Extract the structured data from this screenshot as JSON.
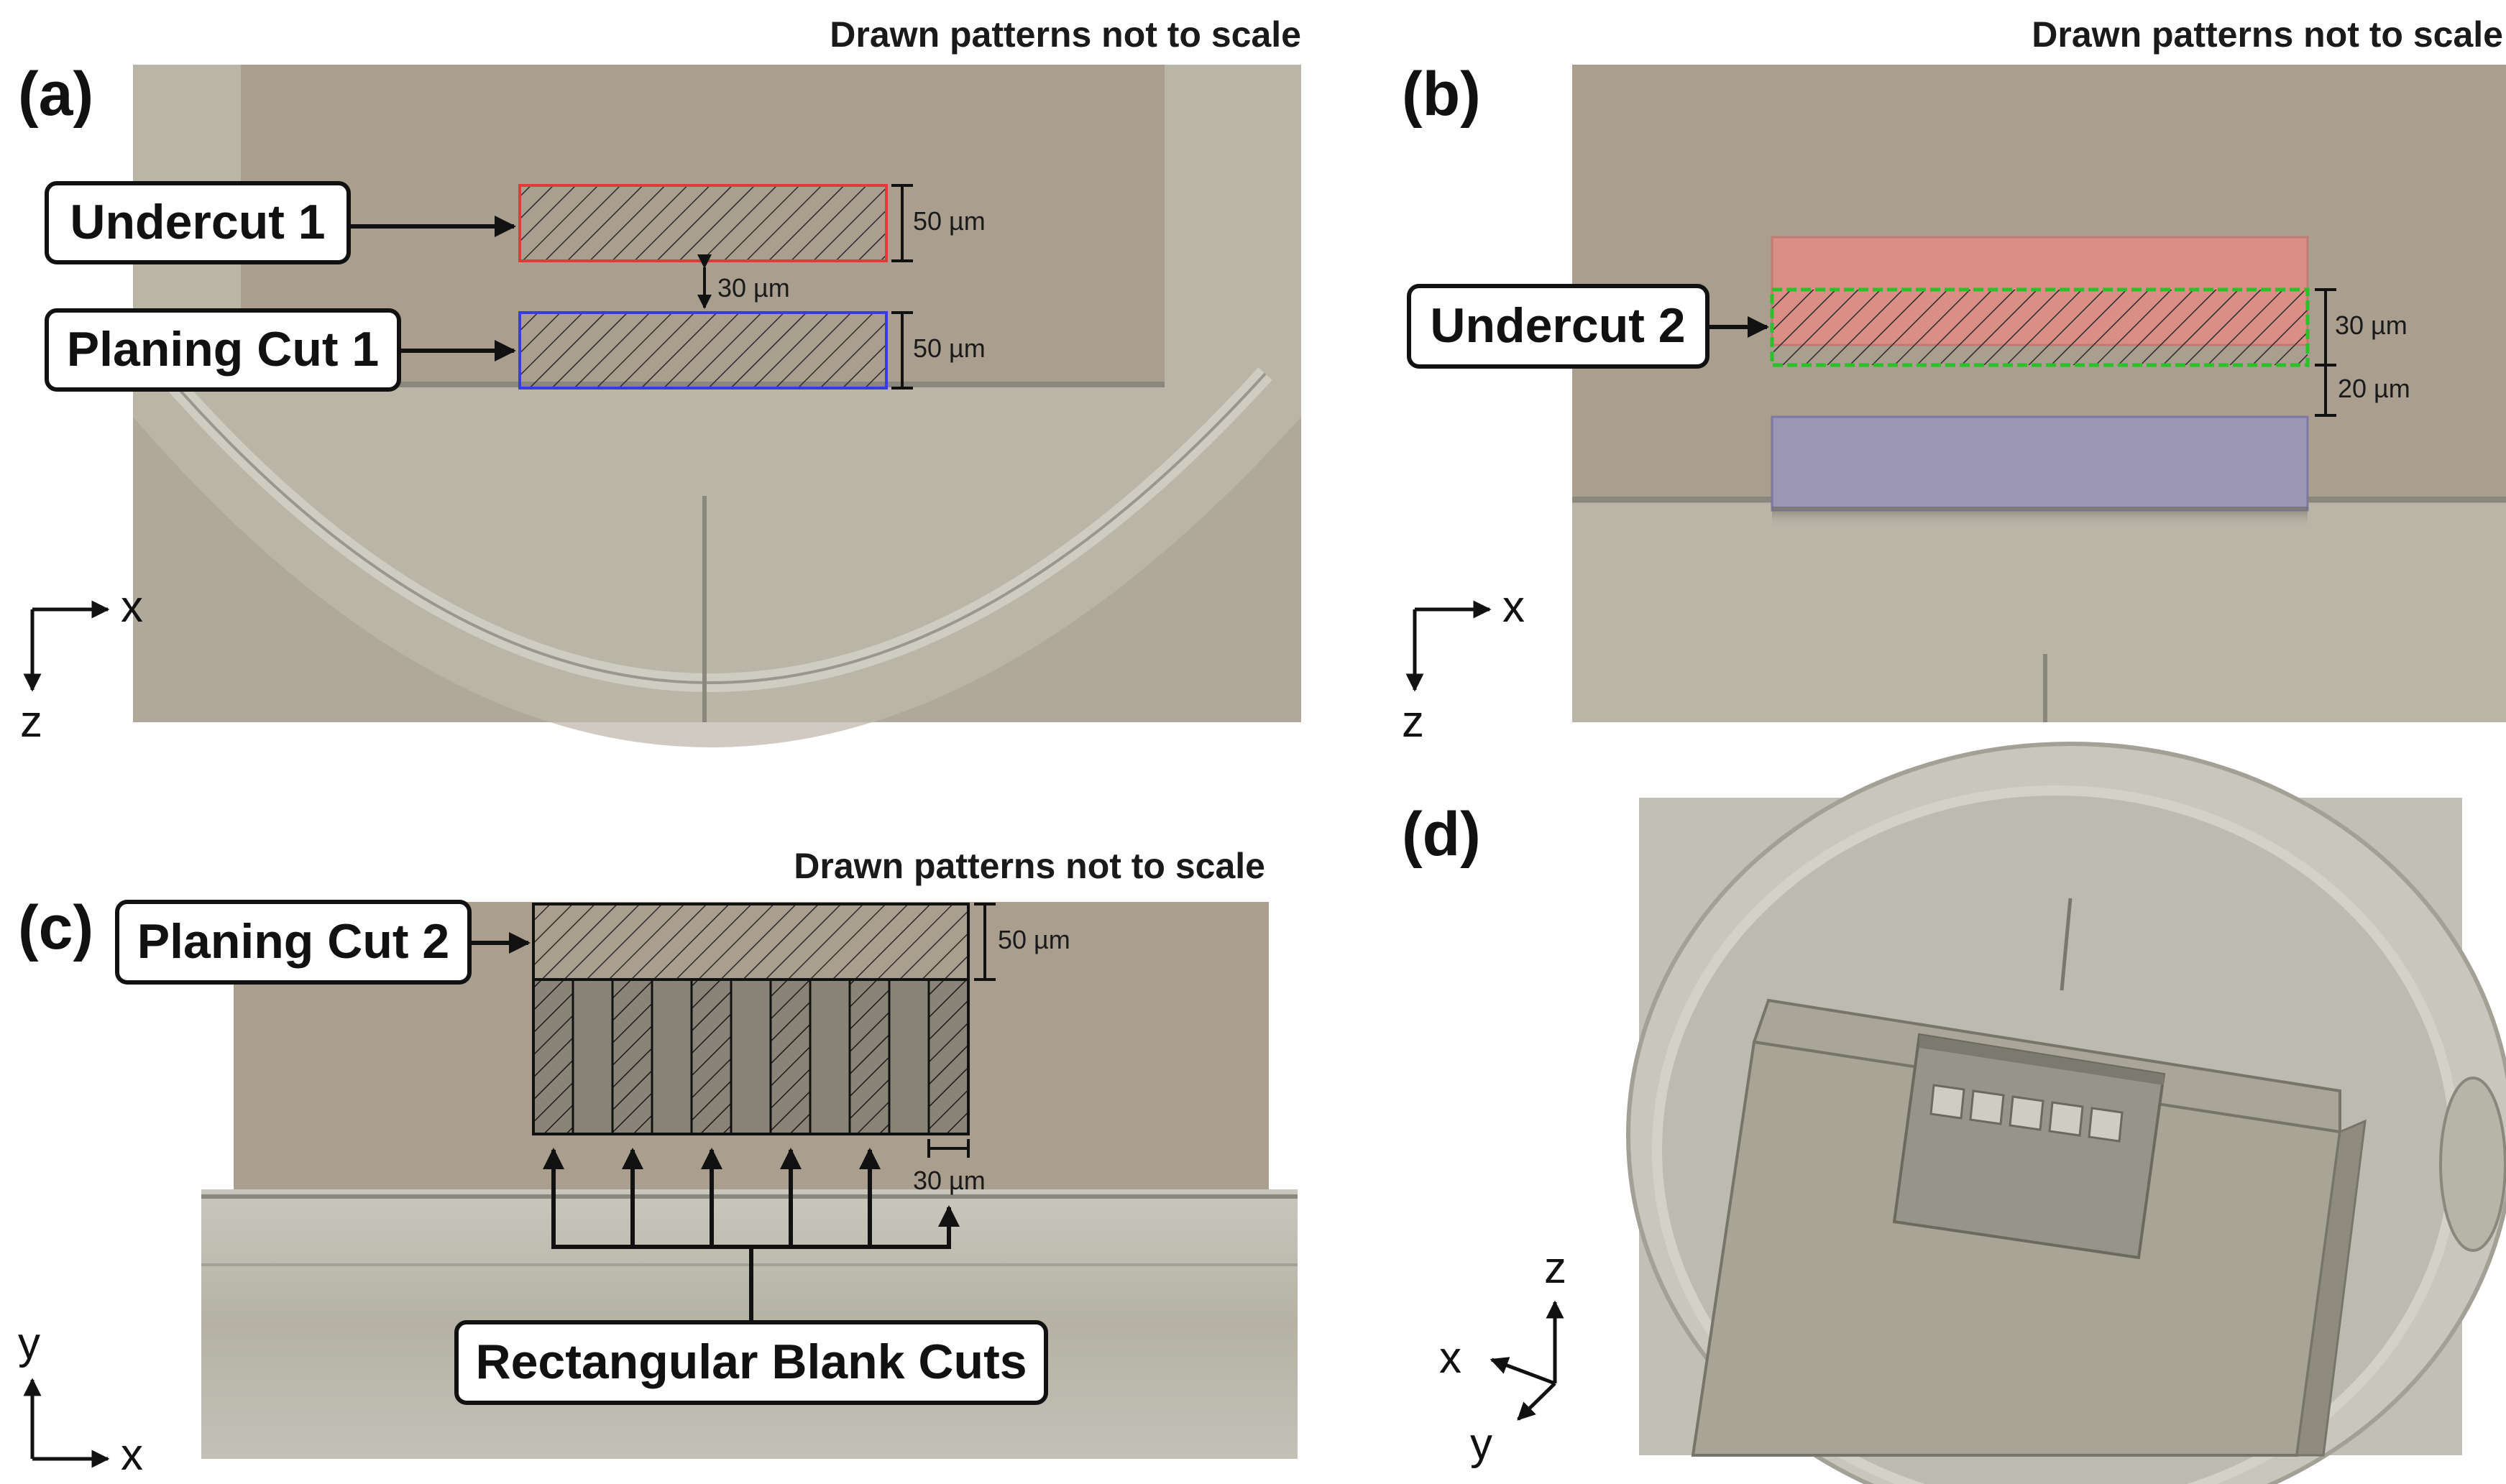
{
  "panels": {
    "a": {
      "letter": "(a)",
      "note": "Drawn patterns not to scale",
      "callout_1": "Undercut 1",
      "callout_2": "Planing Cut 1",
      "dim_1": "50 µm",
      "dim_gap": "30 µm",
      "dim_2": "50 µm",
      "axis_h": "x",
      "axis_v": "z"
    },
    "b": {
      "letter": "(b)",
      "note": "Drawn patterns not to scale",
      "callout": "Undercut 2",
      "dim_1": "30 µm",
      "dim_2": "20 µm",
      "axis_h": "x",
      "axis_v": "z"
    },
    "c": {
      "letter": "(c)",
      "note": "Drawn patterns not to scale",
      "callout_top": "Planing Cut 2",
      "dim_top": "50 µm",
      "dim_width": "30 µm",
      "callout_bottom": "Rectangular Blank Cuts",
      "axis_v": "y",
      "axis_h": "x"
    },
    "d": {
      "letter": "(d)",
      "axis_z": "z",
      "axis_x": "x",
      "axis_y": "y"
    }
  },
  "colors": {
    "background": "#ffffff",
    "model_light": "#b8b4a6",
    "model_tan": "#aa9f8f",
    "undercut_outline": "#e23a3a",
    "planing_outline": "#3a3ae2",
    "undercut2_outline": "#29c229",
    "red_fill": "#d98f86",
    "blue_fill": "#9a96b4"
  }
}
